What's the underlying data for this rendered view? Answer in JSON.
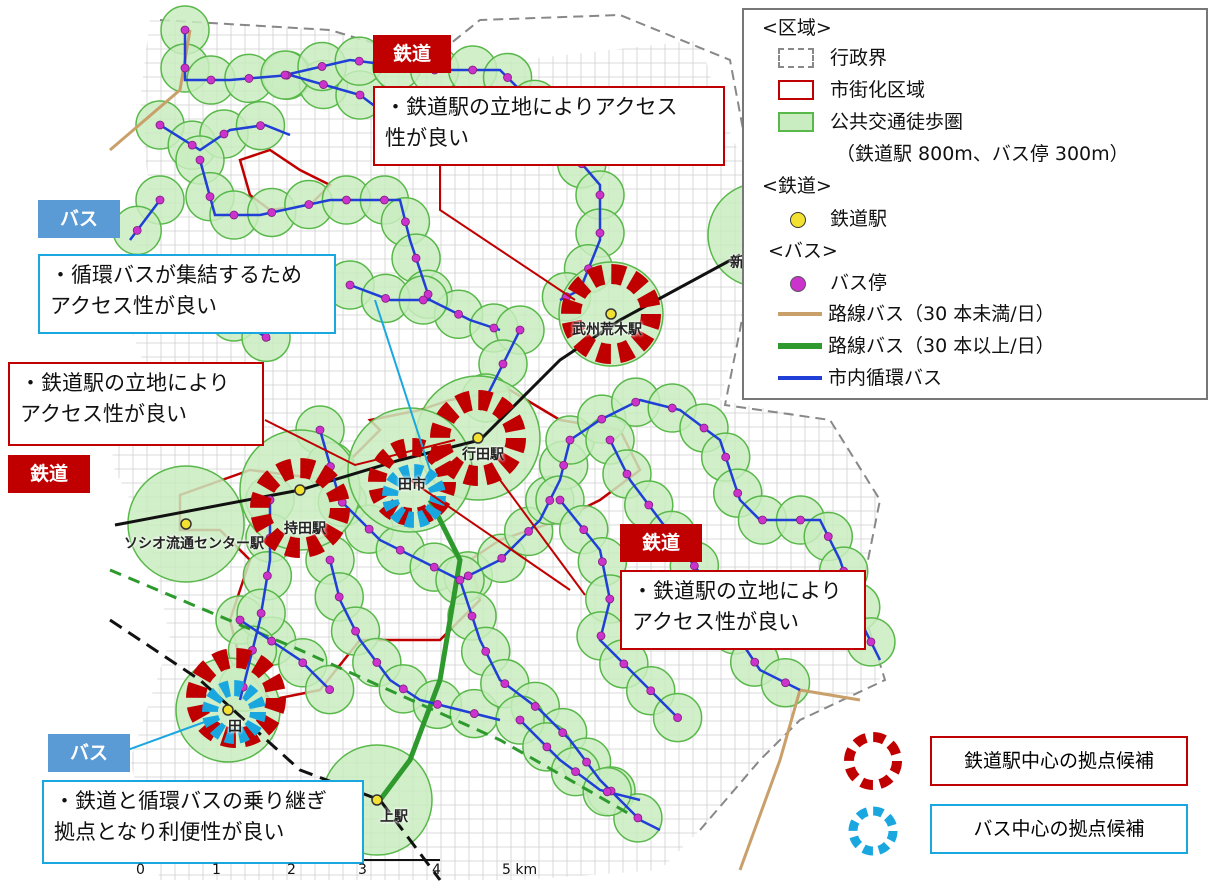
{
  "legend": {
    "zone_header": "<区域>",
    "admin_boundary": "行政界",
    "urbanization_area": "市街化区域",
    "walk_zone": "公共交通徒歩圏",
    "walk_zone_note": "（鉄道駅 800m、バス停 300m）",
    "rail_header": "<鉄道>",
    "rail_station": "鉄道駅",
    "bus_header": "<バス>",
    "bus_stop": "バス停",
    "route_bus_low": "路線バス（30 本未満/日）",
    "route_bus_high": "路線バス（30 本以上/日）",
    "city_loop_bus": "市内循環バス"
  },
  "colors": {
    "rail_candidate": "#c00000",
    "bus_candidate": "#1aa7e0",
    "walk_zone_fill": "#c9ecc0",
    "walk_zone_edge": "#59b84a",
    "bus_stop": "#cc33cc",
    "station": "#f2e130",
    "loop_bus": "#1f3fd6",
    "route_low": "#c9a06a",
    "route_high": "#2e9a2e",
    "urban_edge": "#c00000",
    "tag_bus": "#5b9bd5"
  },
  "tags": {
    "rail_top": "鉄道",
    "bus_left_top": "バス",
    "rail_left": "鉄道",
    "rail_right": "鉄道",
    "bus_bottom": "バス"
  },
  "callouts": {
    "rail_top": "・鉄道駅の立地によりアクセス\n性が良い",
    "bus_left_top": "・循環バスが集結するため\nアクセス性が良い",
    "rail_left": "・鉄道駅の立地により\nアクセス性が良い",
    "rail_right": "・鉄道駅の立地により\nアクセス性が良い",
    "bus_bottom": "・鉄道と循環バスの乗り継ぎ\n拠点となり利便性が良い"
  },
  "candidates_legend": {
    "rail": "鉄道駅中心の拠点候補",
    "bus": "バス中心の拠点候補"
  },
  "stations": {
    "bushu_araki": "武州荒木駅",
    "gyoda": "行田駅",
    "mochida": "持田駅",
    "sosio": "ソシオ流通センター駅",
    "gyoda_shi": "田市",
    "fukiage": "上駅",
    "kumagaya": "田",
    "shin": "新"
  },
  "scale": {
    "t0": "0",
    "t1": "1",
    "t2": "2",
    "t3": "3",
    "t4": "4",
    "t5": "5 km"
  }
}
